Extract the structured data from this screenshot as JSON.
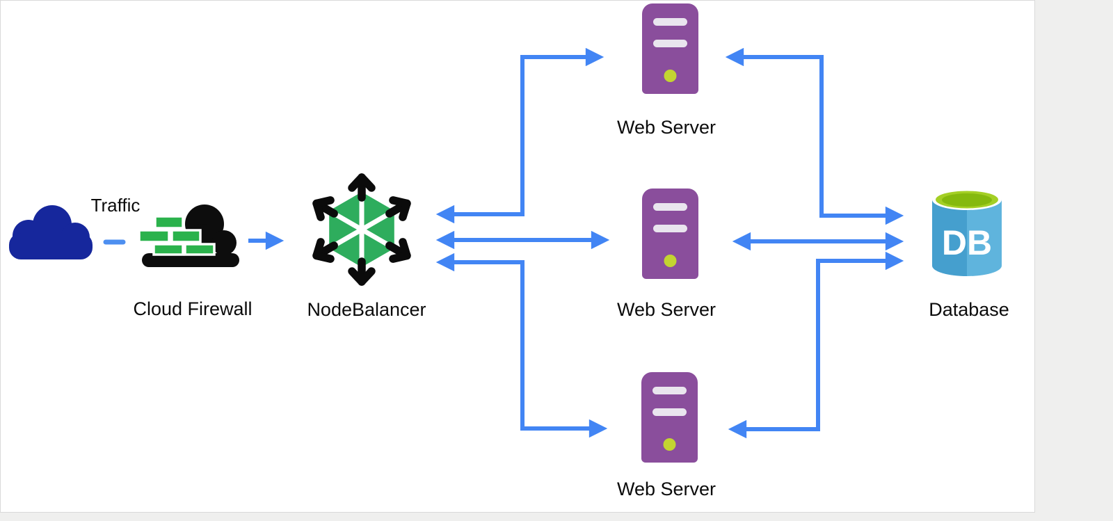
{
  "diagram": {
    "type": "network-architecture",
    "nodes": {
      "traffic": {
        "label": "Traffic",
        "icon": "cloud-icon"
      },
      "firewall": {
        "label": "Cloud Firewall",
        "icon": "firewall-cloud-icon"
      },
      "nodebalancer": {
        "label": "NodeBalancer",
        "icon": "nodebalancer-hexagon-icon"
      },
      "webserver1": {
        "label": "Web Server",
        "icon": "server-tower-icon"
      },
      "webserver2": {
        "label": "Web Server",
        "icon": "server-tower-icon"
      },
      "webserver3": {
        "label": "Web Server",
        "icon": "server-tower-icon"
      },
      "database": {
        "label": "Database",
        "icon": "database-cylinder-icon",
        "icon_text": "DB"
      }
    },
    "edges": [
      {
        "from": "traffic",
        "to": "firewall",
        "style": "short-dash",
        "bidirectional": false
      },
      {
        "from": "firewall",
        "to": "nodebalancer",
        "style": "arrow",
        "bidirectional": false
      },
      {
        "from": "nodebalancer",
        "to": "webserver1",
        "style": "elbow-arrow",
        "bidirectional": true
      },
      {
        "from": "nodebalancer",
        "to": "webserver2",
        "style": "arrow",
        "bidirectional": true
      },
      {
        "from": "nodebalancer",
        "to": "webserver3",
        "style": "elbow-arrow",
        "bidirectional": true
      },
      {
        "from": "webserver1",
        "to": "database",
        "style": "elbow-arrow",
        "bidirectional": true
      },
      {
        "from": "webserver2",
        "to": "database",
        "style": "arrow",
        "bidirectional": true
      },
      {
        "from": "webserver3",
        "to": "database",
        "style": "elbow-arrow",
        "bidirectional": true
      }
    ],
    "colors": {
      "arrow_blue": "#4285F4",
      "traffic_cloud_navy": "#16279C",
      "firewall_cloud_black": "#0D0D0D",
      "firewall_brick_green": "#2BB24C",
      "nodebalancer_green": "#2EAD5D",
      "nodebalancer_arrow_black": "#0B0B0B",
      "server_purple": "#8A4E9C",
      "server_slot_gray": "#E9E5EE",
      "server_led_green": "#C3D431",
      "db_body_blue_light": "#5FB4DD",
      "db_body_blue_dark": "#459FCE",
      "db_top_green": "#A4CF25",
      "canvas_white": "#FFFFFF",
      "page_gray": "#EFEFEE",
      "label_black": "#0B0B0B"
    }
  }
}
